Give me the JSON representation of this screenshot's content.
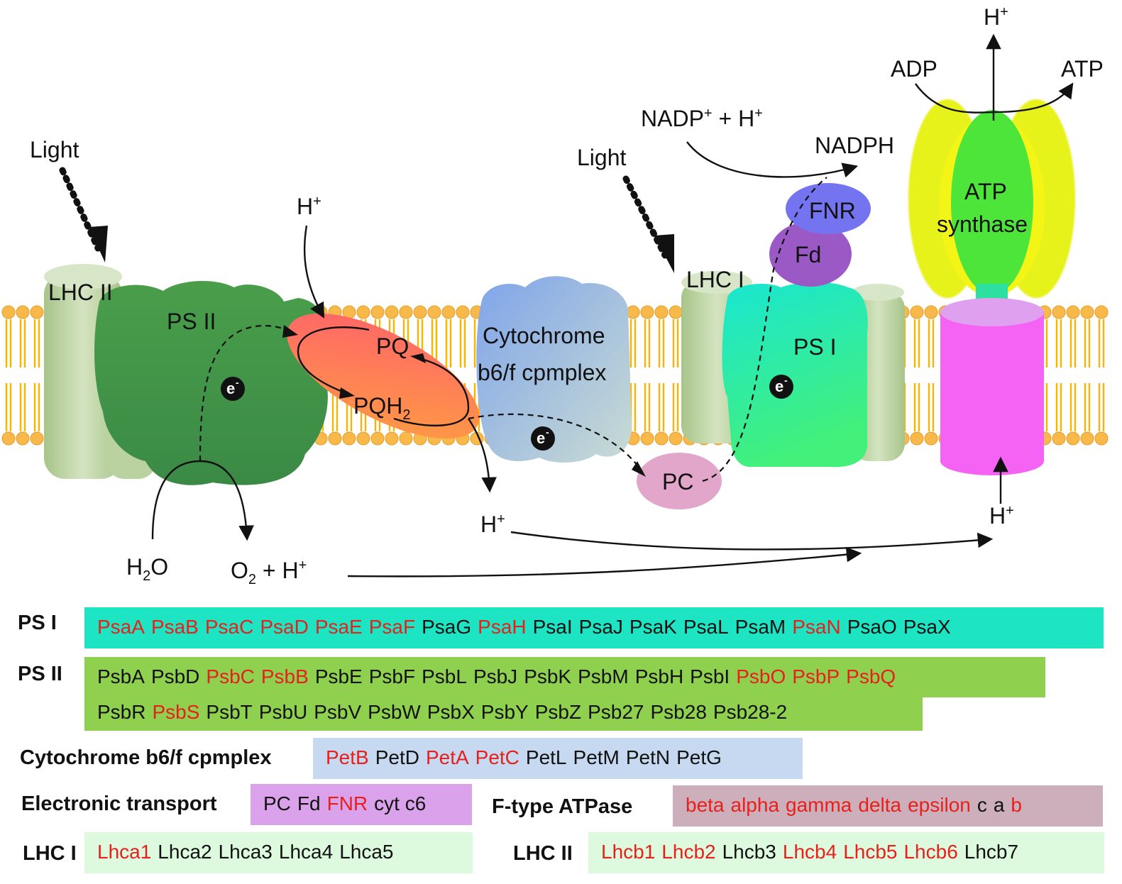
{
  "diagram": {
    "light_1": "Light",
    "light_2": "Light",
    "lhc2": "LHC II",
    "ps2": "PS II",
    "h_top_left": "H",
    "pq": "PQ",
    "pqh2": "PQH",
    "pqh2_sub": "2",
    "cytochrome_line1": "Cytochrome",
    "cytochrome_line2": "b6/f cpmplex",
    "lhc1": "LHC I",
    "ps1": "PS I",
    "fd": "Fd",
    "fnr": "FNR",
    "pc": "PC",
    "nadp": "NADP",
    "nadp_rest": " + H",
    "nadph": "NADPH",
    "atp_synthase_line1": "ATP",
    "atp_synthase_line2": "synthase",
    "adp": "ADP",
    "atp": "ATP",
    "h_top_right": "H",
    "h2o_h": "H",
    "h2o_2": "2",
    "h2o_o": "O",
    "o2_o": "O",
    "o2_2": "2",
    "o2_rest": " + H",
    "h_mid": "H",
    "h_right": "H",
    "electron": "e",
    "plus": "+",
    "minus": "-"
  },
  "colors": {
    "highlight_gene": "#e8201c",
    "ps1_box": "#1de5c4",
    "ps2_box": "#8fd14f",
    "cyt_box": "#c6d9f1",
    "etrans_box": "#dba2ec",
    "atpase_box": "#ccafbb",
    "lhc_box": "#ddfadf"
  },
  "rows": {
    "ps1": {
      "title": "PS I",
      "genes": [
        {
          "name": "PsaA",
          "hl": true
        },
        {
          "name": "PsaB",
          "hl": true
        },
        {
          "name": "PsaC",
          "hl": true
        },
        {
          "name": "PsaD",
          "hl": true
        },
        {
          "name": "PsaE",
          "hl": true
        },
        {
          "name": "PsaF",
          "hl": true
        },
        {
          "name": "PsaG",
          "hl": false
        },
        {
          "name": "PsaH",
          "hl": true
        },
        {
          "name": "PsaI",
          "hl": false
        },
        {
          "name": "PsaJ",
          "hl": false
        },
        {
          "name": "PsaK",
          "hl": false
        },
        {
          "name": "PsaL",
          "hl": false
        },
        {
          "name": "PsaM",
          "hl": false
        },
        {
          "name": "PsaN",
          "hl": true
        },
        {
          "name": "PsaO",
          "hl": false
        },
        {
          "name": "PsaX",
          "hl": false
        }
      ]
    },
    "ps2": {
      "title": "PS II",
      "line1": [
        {
          "name": "PsbA",
          "hl": false
        },
        {
          "name": "PsbD",
          "hl": false
        },
        {
          "name": "PsbC",
          "hl": true
        },
        {
          "name": "PsbB",
          "hl": true
        },
        {
          "name": "PsbE",
          "hl": false
        },
        {
          "name": "PsbF",
          "hl": false
        },
        {
          "name": "PsbL",
          "hl": false
        },
        {
          "name": "PsbJ",
          "hl": false
        },
        {
          "name": "PsbK",
          "hl": false
        },
        {
          "name": "PsbM",
          "hl": false
        },
        {
          "name": "PsbH",
          "hl": false
        },
        {
          "name": "PsbI",
          "hl": false
        },
        {
          "name": "PsbO",
          "hl": true
        },
        {
          "name": "PsbP",
          "hl": true
        },
        {
          "name": "PsbQ",
          "hl": true
        }
      ],
      "line2": [
        {
          "name": "PsbR",
          "hl": false
        },
        {
          "name": "PsbS",
          "hl": true
        },
        {
          "name": "PsbT",
          "hl": false
        },
        {
          "name": "PsbU",
          "hl": false
        },
        {
          "name": "PsbV",
          "hl": false
        },
        {
          "name": "PsbW",
          "hl": false
        },
        {
          "name": "PsbX",
          "hl": false
        },
        {
          "name": "PsbY",
          "hl": false
        },
        {
          "name": "PsbZ",
          "hl": false
        },
        {
          "name": "Psb27",
          "hl": false
        },
        {
          "name": "Psb28",
          "hl": false
        },
        {
          "name": "Psb28-2",
          "hl": false
        }
      ]
    },
    "cyt": {
      "title": "Cytochrome b6/f cpmplex",
      "genes": [
        {
          "name": "PetB",
          "hl": true
        },
        {
          "name": "PetD",
          "hl": false
        },
        {
          "name": "PetA",
          "hl": true
        },
        {
          "name": "PetC",
          "hl": true
        },
        {
          "name": "PetL",
          "hl": false
        },
        {
          "name": "PetM",
          "hl": false
        },
        {
          "name": "PetN",
          "hl": false
        },
        {
          "name": "PetG",
          "hl": false
        }
      ]
    },
    "etrans": {
      "title": "Electronic transport",
      "genes": [
        {
          "name": "PC",
          "hl": false
        },
        {
          "name": "Fd",
          "hl": false
        },
        {
          "name": "FNR",
          "hl": true
        },
        {
          "name": "cyt c6",
          "hl": false
        }
      ]
    },
    "atpase": {
      "title": "F-type ATPase",
      "genes": [
        {
          "name": "beta",
          "hl": true
        },
        {
          "name": "alpha",
          "hl": true
        },
        {
          "name": "gamma",
          "hl": true
        },
        {
          "name": "delta",
          "hl": true
        },
        {
          "name": "epsilon",
          "hl": true
        },
        {
          "name": "c",
          "hl": false
        },
        {
          "name": "a",
          "hl": false
        },
        {
          "name": "b",
          "hl": true
        }
      ]
    },
    "lhc1": {
      "title": "LHC I",
      "genes": [
        {
          "name": "Lhca1",
          "hl": true
        },
        {
          "name": "Lhca2",
          "hl": false
        },
        {
          "name": "Lhca3",
          "hl": false
        },
        {
          "name": "Lhca4",
          "hl": false
        },
        {
          "name": "Lhca5",
          "hl": false
        }
      ]
    },
    "lhc2": {
      "title": "LHC II",
      "genes": [
        {
          "name": "Lhcb1",
          "hl": true
        },
        {
          "name": "Lhcb2",
          "hl": true
        },
        {
          "name": "Lhcb3",
          "hl": false
        },
        {
          "name": "Lhcb4",
          "hl": true
        },
        {
          "name": "Lhcb5",
          "hl": true
        },
        {
          "name": "Lhcb6",
          "hl": true
        },
        {
          "name": "Lhcb7",
          "hl": false
        }
      ]
    }
  }
}
